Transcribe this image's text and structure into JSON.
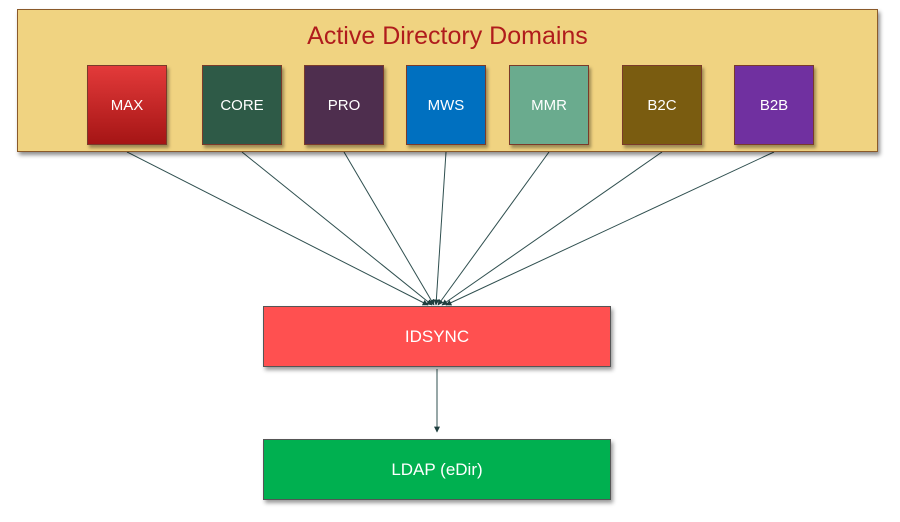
{
  "title": "Active Directory Domains",
  "domains": [
    {
      "label": "MAX",
      "color": "#c8201f",
      "color_bottom": "#a51515"
    },
    {
      "label": "CORE",
      "color": "#2e5a47"
    },
    {
      "label": "PRO",
      "color": "#4e2e4e"
    },
    {
      "label": "MWS",
      "color": "#0070c0"
    },
    {
      "label": "MMR",
      "color": "#6aab8e"
    },
    {
      "label": "B2C",
      "color": "#7a5c10"
    },
    {
      "label": "B2B",
      "color": "#7030a0"
    }
  ],
  "sync": {
    "label": "IDSYNC",
    "color": "#ff5050"
  },
  "target": {
    "label": "LDAP (eDir)",
    "color": "#00b050"
  },
  "connector_color": "#2f4f4f"
}
